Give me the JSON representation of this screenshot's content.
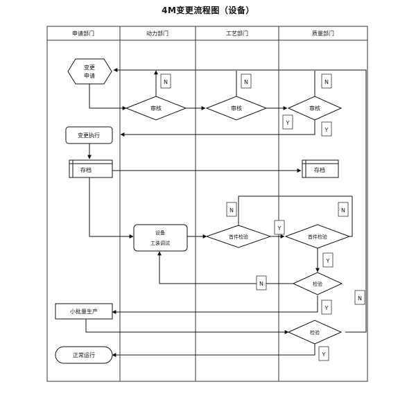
{
  "title": "4M变更流程图（设备）",
  "lanes": [
    "申请部门",
    "动力部门",
    "工艺部门",
    "质量部门"
  ],
  "nodes": {
    "change_request_line1": "变更",
    "change_request_line2": "申请",
    "review": "审核",
    "change_execute": "变更执行",
    "archive": "存档",
    "equip_line1": "设备",
    "equip_line2": "工装调试",
    "first_inspection": "首件检验",
    "inspection": "检验",
    "small_batch": "小批量生产",
    "normal_run": "正常运行"
  },
  "labels": {
    "yes": "Y",
    "no": "N"
  }
}
